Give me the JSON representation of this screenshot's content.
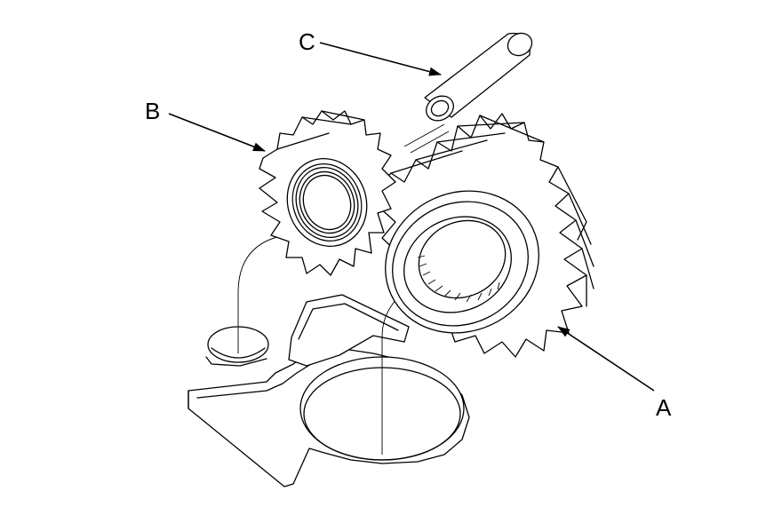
{
  "callouts": {
    "a": "A",
    "b": "B",
    "c": "C"
  },
  "colors": {
    "ink": "#000000",
    "paper": "#ffffff"
  },
  "parts": [
    "large-gear",
    "small-gear",
    "shaft-pin",
    "housing-plate"
  ]
}
